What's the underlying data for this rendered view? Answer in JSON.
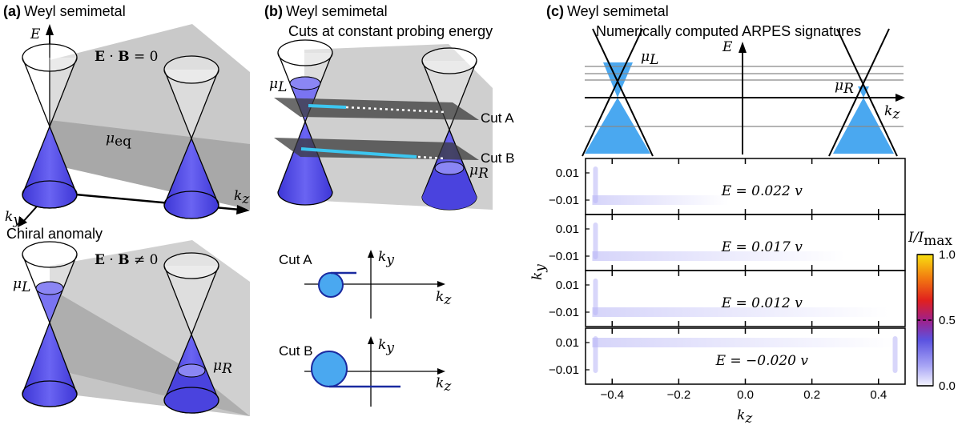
{
  "panel_a": {
    "letter": "(a)",
    "title": "Weyl semimetal",
    "axis_E": "E",
    "axis_kz": "k",
    "axis_kz_sub": "z",
    "axis_ky": "k",
    "axis_ky_sub": "y",
    "eb_zero_bold1": "E",
    "eb_zero_dot": " · ",
    "eb_zero_bold2": "B",
    "eb_zero_rel": " = 0",
    "mu_eq": "μ",
    "mu_eq_sub": "eq",
    "chiral_title": "Chiral anomaly",
    "eb_nonzero_rel": " ≠ 0",
    "mu_L": "μ",
    "mu_L_sub": "L",
    "mu_R": "μ",
    "mu_R_sub": "R"
  },
  "panel_b": {
    "letter": "(b)",
    "title": "Weyl semimetal",
    "subtitle": "Cuts at constant probing energy",
    "cut_a": "Cut A",
    "cut_b": "Cut B",
    "mu_L": "μ",
    "mu_L_sub": "L",
    "mu_R": "μ",
    "mu_R_sub": "R",
    "inset_ky": "k",
    "inset_ky_sub": "y",
    "inset_kz": "k",
    "inset_kz_sub": "z"
  },
  "panel_c": {
    "letter": "(c)",
    "title": "Weyl semimetal",
    "subtitle": "Numerically computed ARPES signatures",
    "axis_E": "E",
    "axis_kz": "k",
    "axis_kz_sub": "z",
    "mu_L": "μ",
    "mu_L_sub": "L",
    "mu_R": "μ",
    "mu_R_sub": "R",
    "ylabel": "k",
    "ylabel_sub": "y",
    "xlabel": "k",
    "xlabel_sub": "z",
    "colorbar_label_main": "I/I",
    "colorbar_label_sub": "max",
    "colors": {
      "fill_blue": "#4aa8f0",
      "cone_blue": "#5a55e8",
      "cut_cyan": "#3cc6f0"
    }
  },
  "chart_data": {
    "type": "heatmap",
    "x": {
      "label": "k_z",
      "lim": [
        -0.48,
        0.48
      ],
      "ticks": [
        -0.4,
        -0.2,
        0.0,
        0.2,
        0.4
      ],
      "tick_labels": [
        "−0.4",
        "−0.2",
        "0.0",
        "0.2",
        "0.4"
      ]
    },
    "y": {
      "label": "k_y",
      "tick_labels": [
        "0.01",
        "−0.01"
      ]
    },
    "colorbar": {
      "label": "I/I_max",
      "range": [
        0.0,
        1.0
      ],
      "ticks": [
        "1.0",
        "0.5",
        "0.0"
      ]
    },
    "subplots": [
      {
        "energy_label": "E = 0.022 v",
        "line_ky": -0.01,
        "kz_extent": [
          -0.45,
          -0.05
        ]
      },
      {
        "energy_label": "E = 0.017 v",
        "line_ky": -0.01,
        "kz_extent": [
          -0.45,
          0.3
        ]
      },
      {
        "energy_label": "E = 0.012 v",
        "line_ky": -0.01,
        "kz_extent": [
          -0.45,
          0.43
        ]
      },
      {
        "energy_label": "E = −0.020 v",
        "line_ky": 0.01,
        "kz_extent": [
          -0.45,
          0.45
        ]
      }
    ]
  }
}
